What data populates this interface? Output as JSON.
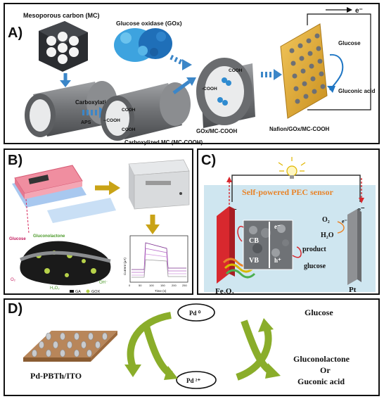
{
  "panelA": {
    "label": "A)",
    "mc": "Mesoporous carbon (MC)",
    "gox": "Glucose oxidase (GOx)",
    "carboxylation": "Carboxylation",
    "aps": "APS",
    "cooh": "COOH",
    "cooh_dash": "--COOH",
    "cooh_left": "-COOH",
    "mc_cooh": "Carboxylized MC (MC-COOH)",
    "gox_mc": "GOx/MC-COOH",
    "nafion": "Nafion/GOx/MC-COOH",
    "electron": "e⁻",
    "glucose": "Glucose",
    "gluconic": "Gluconic acid"
  },
  "panelB": {
    "label": "B)",
    "glucose": "Glucose",
    "gluconolactone": "Gluconolactone",
    "o2": "O₂",
    "h2o2": "H₂O₂",
    "oh": "OH⁻",
    "legend_ga": "GA",
    "legend_gox": "GOX",
    "y_axis": "Current (μA)",
    "x_axis": "Time (s)",
    "x_ticks": [
      "0",
      "50",
      "100",
      "150",
      "200",
      "250"
    ]
  },
  "panelC": {
    "label": "C)",
    "title": "Self-powered PEC sensor",
    "e_left": "e⁻",
    "e_right": "e⁻",
    "e_small": "e⁻",
    "cb": "CB",
    "vb": "VB",
    "e_cb": "e⁻",
    "h_vb": "h⁺",
    "product": "product",
    "glucose": "glucose",
    "o2": "O₂",
    "h2o": "H₂O",
    "fe2o3": "Fe₂O₃",
    "pt": "Pt"
  },
  "panelD": {
    "label": "D)",
    "pd0": "Pd ⁰",
    "pd2": "Pd ²⁺",
    "electrode": "Pd-PBTh/ITO",
    "glucose": "Glucose",
    "gluconolactone": "Gluconolactone",
    "or": "Or",
    "guconic": "Guconic acid"
  },
  "colors": {
    "panelC_bg": "#cfe6f0",
    "red_electrode": "#d8282e",
    "green_arrow": "#8aad2a",
    "tube_grey": "#7f8184",
    "gold_arrow": "#c9a316"
  }
}
